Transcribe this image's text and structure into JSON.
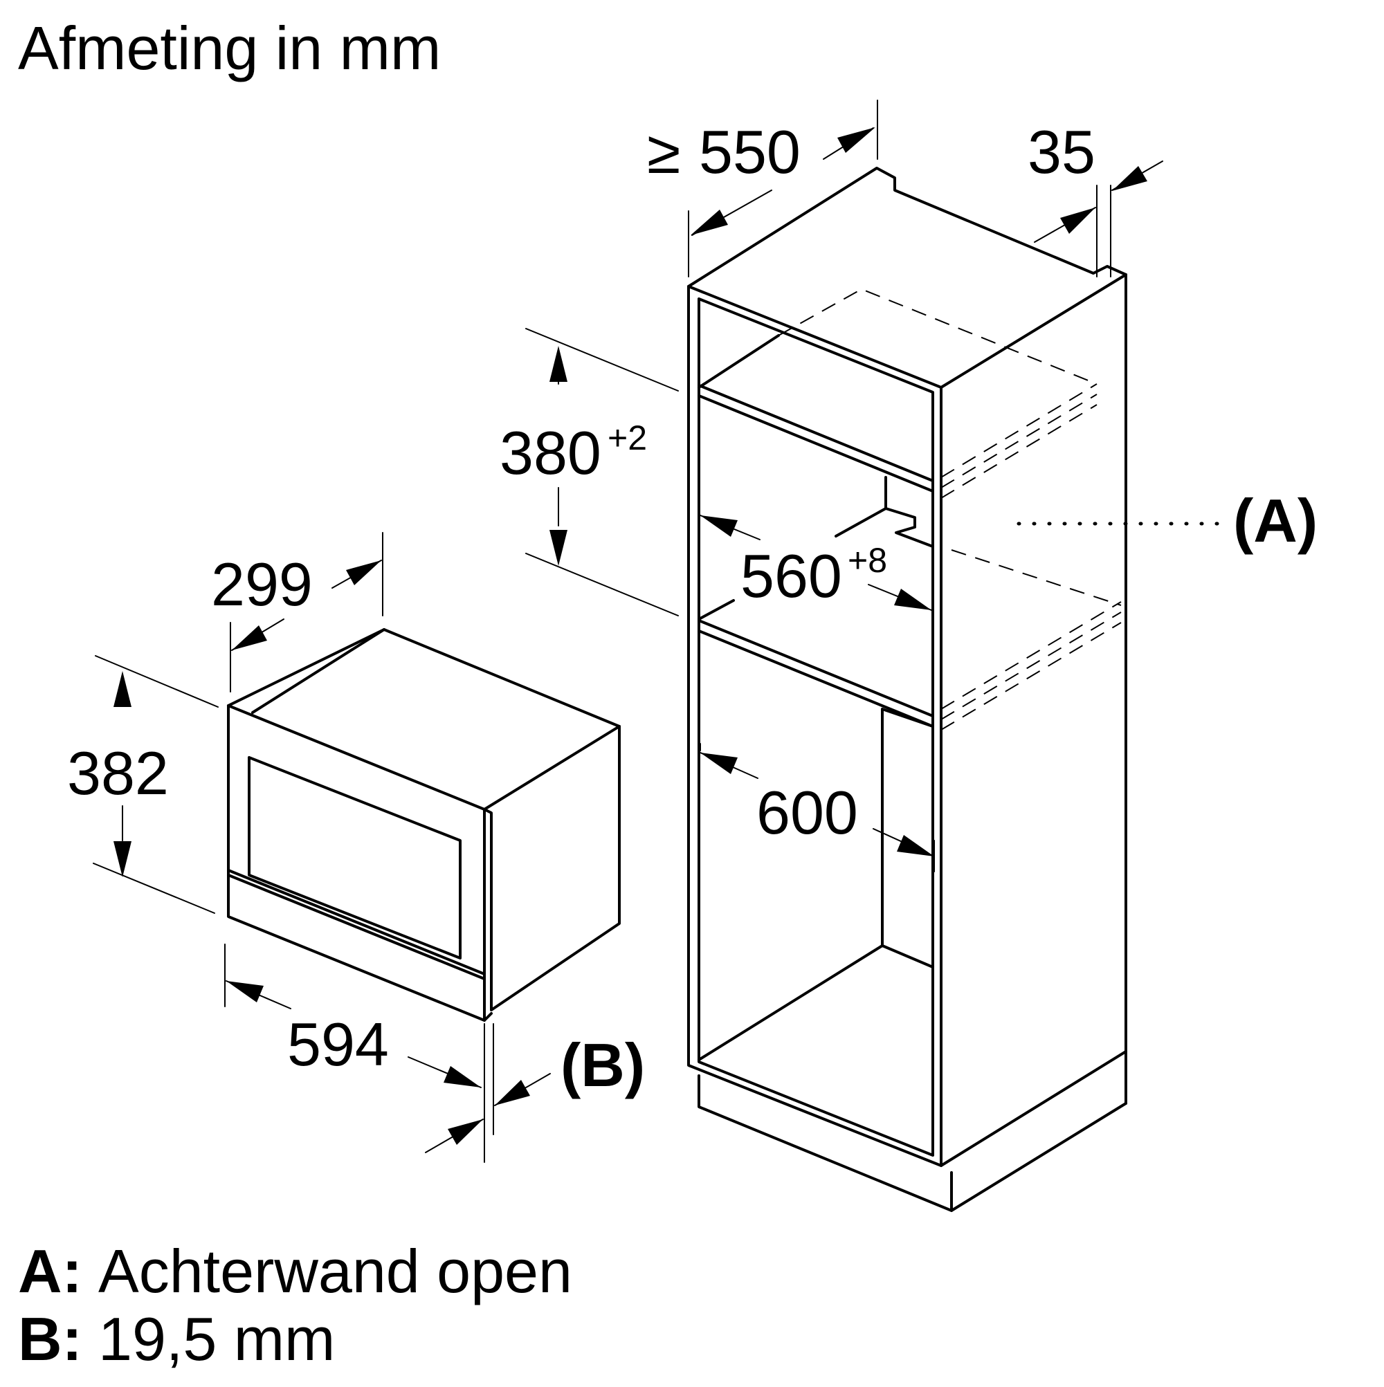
{
  "heading": "Afmeting in mm",
  "dimensions": {
    "depth_min_prefix": "≥",
    "depth_min": "550",
    "back_gap": "35",
    "niche_height": "380",
    "niche_height_tol": "+2",
    "niche_width": "560",
    "niche_width_tol": "+8",
    "cabinet_width": "600",
    "appliance_depth": "299",
    "appliance_height": "382",
    "appliance_width": "594"
  },
  "callouts": {
    "a": "(A)",
    "b": "(B)"
  },
  "legend": {
    "a_key": "A:",
    "a_text": "Achterwand open",
    "b_key": "B:",
    "b_text": "19,5 mm"
  }
}
